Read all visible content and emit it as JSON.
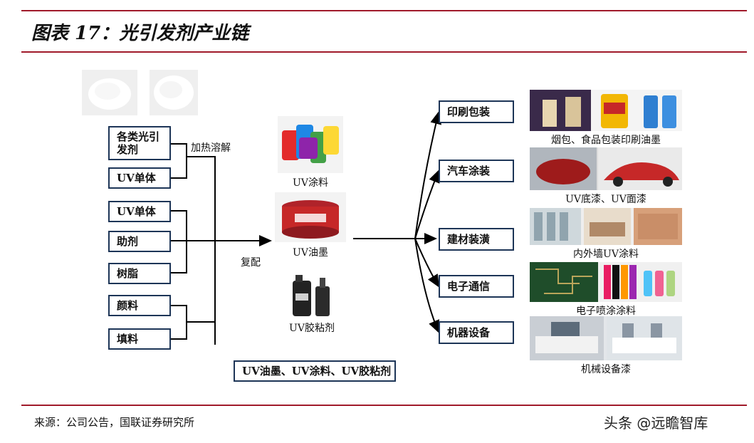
{
  "title": "图表 17：光引发剂产业链",
  "inputs": {
    "group1": [
      "各类光引发剂",
      "UV单体"
    ],
    "group1_note": "加热溶解",
    "group2": [
      "UV单体",
      "助剂",
      "树脂",
      "颜料",
      "填料"
    ]
  },
  "mix_note": "复配",
  "products": [
    "UV涂料",
    "UV油墨",
    "UV胶粘剂"
  ],
  "products_box": "UV油墨、UV涂料、UV胶粘剂",
  "applications": [
    {
      "label": "印刷包装",
      "caption": "烟包、食品包装印刷油墨"
    },
    {
      "label": "汽车涂装",
      "caption": "UV底漆、UV面漆"
    },
    {
      "label": "建材装潢",
      "caption": "内外墙UV涂料"
    },
    {
      "label": "电子通信",
      "caption": "电子喷涂涂料"
    },
    {
      "label": "机器设备",
      "caption": "机械设备漆"
    }
  ],
  "source": "来源：公司公告，国联证券研究所",
  "watermark": "头条 @远瞻智库",
  "colors": {
    "accent": "#a01a2a",
    "box_border": "#1d3557"
  }
}
